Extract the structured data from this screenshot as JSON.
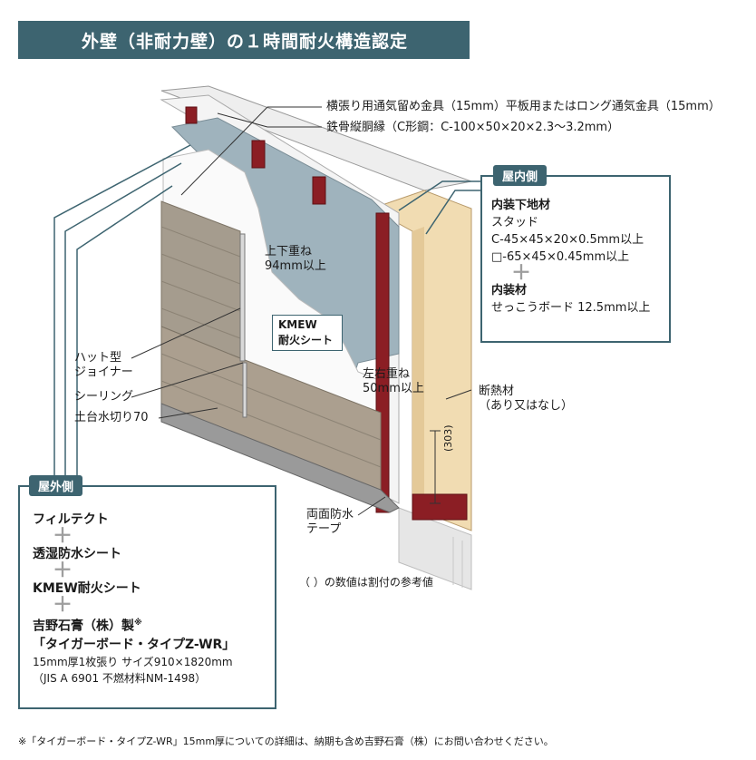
{
  "title": "外壁（非耐力壁）の１時間耐火構造認定",
  "top_labels": {
    "fastener": "横張り用通気留め金具（15mm）平板用またはロング通気金具（15mm）",
    "stud": "鉄骨縦胴縁（C形鋼：C-100×50×20×2.3～3.2mm）"
  },
  "indoor": {
    "tag": "屋内側",
    "base_title": "内装下地材",
    "base_line1": "スタッド",
    "base_line2": "C-45×45×20×0.5mm以上",
    "base_line3": "□-65×45×0.45mm以上",
    "finish_title": "内装材",
    "finish_line": "せっこうボード 12.5mm以上"
  },
  "diagram_labels": {
    "overlap_vertical_1": "上下重ね",
    "overlap_vertical_2": "94mm以上",
    "kmew_sheet_1": "KMEW",
    "kmew_sheet_2": "耐火シート",
    "overlap_horizontal_1": "左右重ね",
    "overlap_horizontal_2": "50mm以上",
    "insulation_1": "断熱材",
    "insulation_2": "（あり又はなし）",
    "hat_joiner_1": "ハット型",
    "hat_joiner_2": "ジョイナー",
    "sealing": "シーリング",
    "drip": "土台水切り70",
    "dim_303": "(303)",
    "tape_1": "両面防水",
    "tape_2": "テープ",
    "reference_note": "（ ）の数値は割付の参考値"
  },
  "outdoor": {
    "tag": "屋外側",
    "item1": "フィルテクト",
    "item2": "透湿防水シート",
    "item3": "KMEW耐火シート",
    "item4": "吉野石膏（株）製",
    "item4_mark": "※",
    "item5": "「タイガーボード・タイプZ-WR」",
    "item5_detail1": "15mm厚1枚張り サイズ910×1820mm",
    "item5_detail2": "（JIS A 6901 不燃材料NM-1498）",
    "plus": "＋"
  },
  "footnote": "※「タイガーボード・タイプZ-WR」15mm厚についての詳細は、納期も含め吉野石膏（株）にお問い合わせください。",
  "colors": {
    "accent": "#3d6470",
    "steel_red": "#8b1e24",
    "gypsum_board": "#f1dcb2",
    "fire_sheet": "#9fb3bd",
    "siding": "#a59c8e"
  }
}
